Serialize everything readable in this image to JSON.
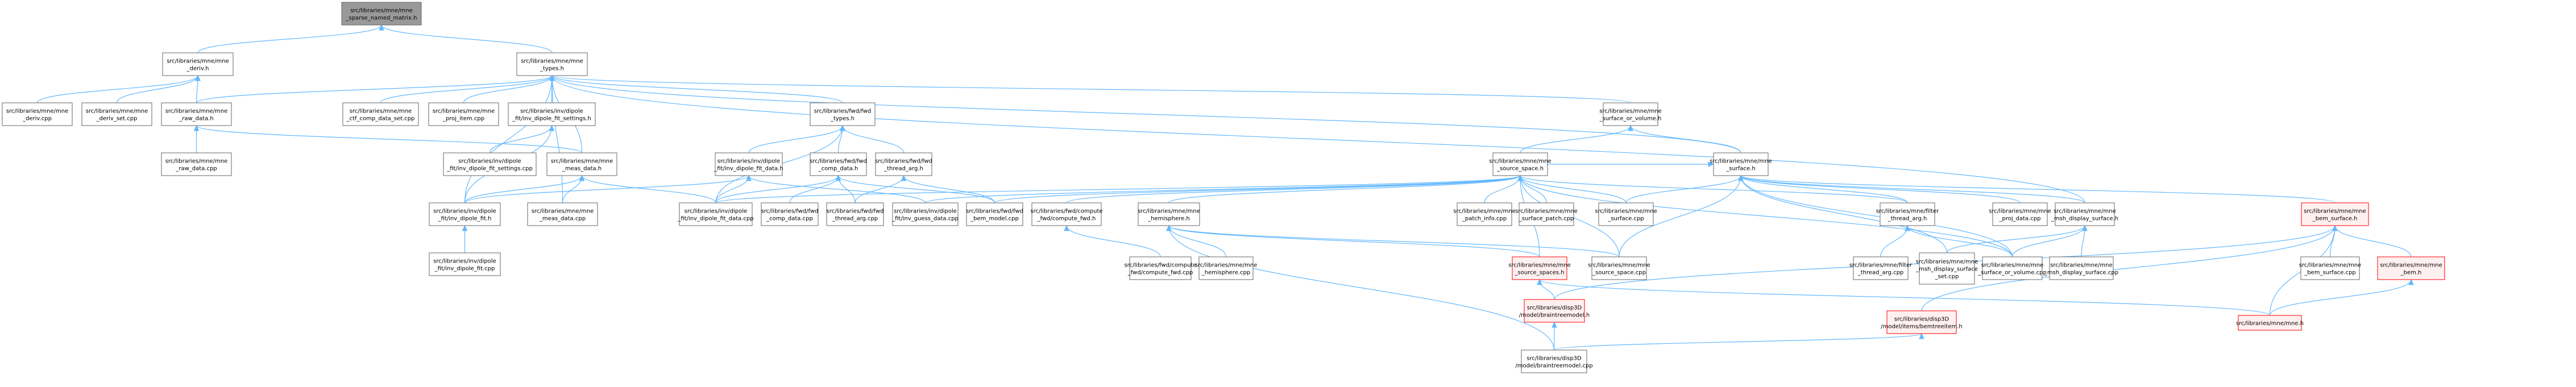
{
  "graph": {
    "colors": {
      "edge": "#63b8ff",
      "node_border": "#666666",
      "root_fill": "#999999",
      "incomplete_border": "#ff0000",
      "incomplete_fill": "#fff0f0"
    },
    "nodes": [
      {
        "id": "n0",
        "kind": "root",
        "lines": [
          "src/libraries/mne/mne",
          "_sparse_named_matrix.h"
        ]
      },
      {
        "id": "n1",
        "kind": "normal",
        "lines": [
          "src/libraries/mne/mne",
          "_deriv.h"
        ]
      },
      {
        "id": "n2",
        "kind": "normal",
        "lines": [
          "src/libraries/mne/mne",
          "_types.h"
        ]
      },
      {
        "id": "n3",
        "kind": "normal",
        "lines": [
          "src/libraries/mne/mne",
          "_deriv.cpp"
        ]
      },
      {
        "id": "n4",
        "kind": "normal",
        "lines": [
          "src/libraries/mne/mne",
          "_deriv_set.cpp"
        ]
      },
      {
        "id": "n5",
        "kind": "normal",
        "lines": [
          "src/libraries/mne/mne",
          "_raw_data.h"
        ]
      },
      {
        "id": "n6",
        "kind": "normal",
        "lines": [
          "src/libraries/mne/mne",
          "_raw_data.cpp"
        ]
      },
      {
        "id": "n7",
        "kind": "normal",
        "lines": [
          "src/libraries/mne/mne",
          "_ctf_comp_data_set.cpp"
        ]
      },
      {
        "id": "n8",
        "kind": "normal",
        "lines": [
          "src/libraries/mne/mne",
          "_proj_item.cpp"
        ]
      },
      {
        "id": "n9",
        "kind": "normal",
        "lines": [
          "src/libraries/inv/dipole",
          "_fit/inv_dipole_fit_settings.h"
        ]
      },
      {
        "id": "n10",
        "kind": "normal",
        "lines": [
          "src/libraries/inv/dipole",
          "_fit/inv_dipole_fit_settings.cpp"
        ]
      },
      {
        "id": "n11",
        "kind": "normal",
        "lines": [
          "src/libraries/mne/mne",
          "_meas_data.h"
        ]
      },
      {
        "id": "n12",
        "kind": "normal",
        "lines": [
          "src/libraries/inv/dipole",
          "_fit/inv_dipole_fit.h"
        ]
      },
      {
        "id": "n13",
        "kind": "normal",
        "lines": [
          "src/libraries/inv/dipole",
          "_fit/inv_dipole_fit.cpp"
        ]
      },
      {
        "id": "n14",
        "kind": "normal",
        "lines": [
          "src/libraries/mne/mne",
          "_meas_data.cpp"
        ]
      },
      {
        "id": "n15",
        "kind": "normal",
        "lines": [
          "src/libraries/fwd/fwd",
          "_types.h"
        ]
      },
      {
        "id": "n16",
        "kind": "normal",
        "lines": [
          "src/libraries/inv/dipole",
          "_fit/inv_dipole_fit_data.h"
        ]
      },
      {
        "id": "n17",
        "kind": "normal",
        "lines": [
          "src/libraries/fwd/fwd",
          "_comp_data.h"
        ]
      },
      {
        "id": "n18",
        "kind": "normal",
        "lines": [
          "src/libraries/fwd/fwd",
          "_thread_arg.h"
        ]
      },
      {
        "id": "n19",
        "kind": "normal",
        "lines": [
          "src/libraries/inv/dipole",
          "_fit/inv_dipole_fit_data.cpp"
        ]
      },
      {
        "id": "n20",
        "kind": "normal",
        "lines": [
          "src/libraries/fwd/fwd",
          "_comp_data.cpp"
        ]
      },
      {
        "id": "n21",
        "kind": "normal",
        "lines": [
          "src/libraries/fwd/fwd",
          "_thread_arg.cpp"
        ]
      },
      {
        "id": "n22",
        "kind": "normal",
        "lines": [
          "src/libraries/inv/dipole",
          "_fit/inv_guess_data.cpp"
        ]
      },
      {
        "id": "n23",
        "kind": "normal",
        "lines": [
          "src/libraries/fwd/fwd",
          "_bem_model.cpp"
        ]
      },
      {
        "id": "n24",
        "kind": "normal",
        "lines": [
          "src/libraries/fwd/compute",
          "_fwd/compute_fwd.h"
        ]
      },
      {
        "id": "n25",
        "kind": "normal",
        "lines": [
          "src/libraries/fwd/compute",
          "_fwd/compute_fwd.cpp"
        ]
      },
      {
        "id": "n26",
        "kind": "normal",
        "lines": [
          "src/libraries/mne/mne",
          "_hemisphere.h"
        ]
      },
      {
        "id": "n27",
        "kind": "normal",
        "lines": [
          "src/libraries/mne/mne",
          "_hemisphere.cpp"
        ]
      },
      {
        "id": "n28",
        "kind": "normal",
        "lines": [
          "src/libraries/mne/mne",
          "_surface_or_volume.h"
        ]
      },
      {
        "id": "n29",
        "kind": "normal",
        "lines": [
          "src/libraries/mne/mne",
          "_source_space.h"
        ]
      },
      {
        "id": "n30",
        "kind": "normal",
        "lines": [
          "src/libraries/mne/mne",
          "_surface.h"
        ]
      },
      {
        "id": "n31",
        "kind": "normal",
        "lines": [
          "src/libraries/mne/mne",
          "_patch_info.cpp"
        ]
      },
      {
        "id": "n32",
        "kind": "normal",
        "lines": [
          "src/libraries/mne/mne",
          "_surface_patch.cpp"
        ]
      },
      {
        "id": "n33",
        "kind": "normal",
        "lines": [
          "src/libraries/mne/mne",
          "_surface.cpp"
        ]
      },
      {
        "id": "n34",
        "kind": "normal",
        "lines": [
          "src/libraries/mne/filter",
          "_thread_arg.h"
        ]
      },
      {
        "id": "n35",
        "kind": "normal",
        "lines": [
          "src/libraries/mne/mne",
          "_proj_data.cpp"
        ]
      },
      {
        "id": "n36",
        "kind": "normal",
        "lines": [
          "src/libraries/mne/mne",
          "_msh_display_surface.h"
        ]
      },
      {
        "id": "n37",
        "kind": "red",
        "lines": [
          "src/libraries/mne/mne",
          "_bem_surface.h"
        ]
      },
      {
        "id": "n38",
        "kind": "red",
        "lines": [
          "src/libraries/mne/mne",
          "_source_spaces.h"
        ]
      },
      {
        "id": "n39",
        "kind": "normal",
        "lines": [
          "src/libraries/mne/mne",
          "_source_space.cpp"
        ]
      },
      {
        "id": "n40",
        "kind": "normal",
        "lines": [
          "src/libraries/mne/filter",
          "_thread_arg.cpp"
        ]
      },
      {
        "id": "n41",
        "kind": "normal",
        "lines": [
          "src/libraries/mne/mne",
          "_msh_display_surface",
          "_set.cpp"
        ]
      },
      {
        "id": "n42",
        "kind": "normal",
        "lines": [
          "src/libraries/mne/mne",
          "_surface_or_volume.cpp"
        ]
      },
      {
        "id": "n43",
        "kind": "normal",
        "lines": [
          "src/libraries/mne/mne",
          "_msh_display_surface.cpp"
        ]
      },
      {
        "id": "n44",
        "kind": "normal",
        "lines": [
          "src/libraries/mne/mne",
          "_bem_surface.cpp"
        ]
      },
      {
        "id": "n45",
        "kind": "red",
        "lines": [
          "src/libraries/mne/mne",
          "_bem.h"
        ]
      },
      {
        "id": "n46",
        "kind": "red",
        "lines": [
          "src/libraries/disp3D",
          "/model/braintreemodel.h"
        ]
      },
      {
        "id": "n47",
        "kind": "red",
        "lines": [
          "src/libraries/disp3D",
          "/model/items/bemtreeitem.h"
        ]
      },
      {
        "id": "n48",
        "kind": "red",
        "lines": [
          "src/libraries/mne/mne.h"
        ]
      },
      {
        "id": "n49",
        "kind": "normal",
        "lines": [
          "src/libraries/disp3D",
          "/model/braintreemodel.cpp"
        ]
      }
    ],
    "edges": [
      {
        "from": "n1",
        "to": "n0"
      },
      {
        "from": "n2",
        "to": "n0"
      },
      {
        "from": "n3",
        "to": "n1"
      },
      {
        "from": "n4",
        "to": "n1"
      },
      {
        "from": "n5",
        "to": "n1"
      },
      {
        "from": "n6",
        "to": "n5"
      },
      {
        "from": "n5",
        "to": "n2"
      },
      {
        "from": "n7",
        "to": "n2"
      },
      {
        "from": "n8",
        "to": "n2"
      },
      {
        "from": "n9",
        "to": "n2"
      },
      {
        "from": "n11",
        "to": "n2"
      },
      {
        "from": "n12",
        "to": "n2"
      },
      {
        "from": "n14",
        "to": "n2"
      },
      {
        "from": "n15",
        "to": "n2"
      },
      {
        "from": "n28",
        "to": "n2"
      },
      {
        "from": "n30",
        "to": "n2"
      },
      {
        "from": "n36",
        "to": "n2"
      },
      {
        "from": "n10",
        "to": "n9"
      },
      {
        "from": "n12",
        "to": "n9"
      },
      {
        "from": "n11",
        "to": "n5"
      },
      {
        "from": "n12",
        "to": "n11"
      },
      {
        "from": "n14",
        "to": "n11"
      },
      {
        "from": "n19",
        "to": "n11"
      },
      {
        "from": "n13",
        "to": "n12"
      },
      {
        "from": "n12",
        "to": "n16"
      },
      {
        "from": "n19",
        "to": "n16"
      },
      {
        "from": "n22",
        "to": "n16"
      },
      {
        "from": "n16",
        "to": "n15"
      },
      {
        "from": "n17",
        "to": "n15"
      },
      {
        "from": "n18",
        "to": "n15"
      },
      {
        "from": "n19",
        "to": "n15"
      },
      {
        "from": "n19",
        "to": "n17"
      },
      {
        "from": "n20",
        "to": "n17"
      },
      {
        "from": "n21",
        "to": "n17"
      },
      {
        "from": "n23",
        "to": "n17"
      },
      {
        "from": "n21",
        "to": "n18"
      },
      {
        "from": "n23",
        "to": "n18"
      },
      {
        "from": "n29",
        "to": "n28"
      },
      {
        "from": "n30",
        "to": "n28"
      },
      {
        "from": "n19",
        "to": "n29"
      },
      {
        "from": "n22",
        "to": "n29"
      },
      {
        "from": "n23",
        "to": "n29"
      },
      {
        "from": "n24",
        "to": "n29"
      },
      {
        "from": "n26",
        "to": "n29"
      },
      {
        "from": "n31",
        "to": "n29"
      },
      {
        "from": "n32",
        "to": "n29"
      },
      {
        "from": "n33",
        "to": "n29"
      },
      {
        "from": "n38",
        "to": "n29"
      },
      {
        "from": "n39",
        "to": "n29"
      },
      {
        "from": "n42",
        "to": "n29"
      },
      {
        "from": "n34",
        "to": "n29"
      },
      {
        "from": "n29",
        "to": "n30"
      },
      {
        "from": "n33",
        "to": "n30"
      },
      {
        "from": "n34",
        "to": "n30"
      },
      {
        "from": "n35",
        "to": "n30"
      },
      {
        "from": "n36",
        "to": "n30"
      },
      {
        "from": "n37",
        "to": "n30"
      },
      {
        "from": "n39",
        "to": "n30"
      },
      {
        "from": "n41",
        "to": "n30"
      },
      {
        "from": "n42",
        "to": "n30"
      },
      {
        "from": "n25",
        "to": "n24"
      },
      {
        "from": "n27",
        "to": "n26"
      },
      {
        "from": "n38",
        "to": "n26"
      },
      {
        "from": "n39",
        "to": "n26"
      },
      {
        "from": "n49",
        "to": "n26"
      },
      {
        "from": "n40",
        "to": "n34"
      },
      {
        "from": "n42",
        "to": "n34"
      },
      {
        "from": "n41",
        "to": "n36"
      },
      {
        "from": "n42",
        "to": "n36"
      },
      {
        "from": "n43",
        "to": "n36"
      },
      {
        "from": "n44",
        "to": "n37"
      },
      {
        "from": "n45",
        "to": "n37"
      },
      {
        "from": "n46",
        "to": "n37"
      },
      {
        "from": "n47",
        "to": "n37"
      },
      {
        "from": "n48",
        "to": "n37"
      },
      {
        "from": "n46",
        "to": "n38"
      },
      {
        "from": "n48",
        "to": "n38"
      },
      {
        "from": "n48",
        "to": "n45"
      },
      {
        "from": "n49",
        "to": "n46"
      },
      {
        "from": "n49",
        "to": "n47"
      }
    ]
  }
}
